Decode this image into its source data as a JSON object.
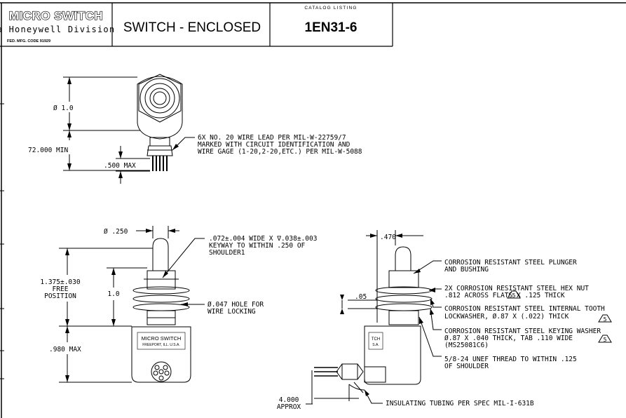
{
  "title_block": {
    "brand_name": "MICRO SWITCH",
    "brand_division": "a Honeywell Division",
    "fed_code": "FED. MFG. CODE 91929",
    "product_title": "SWITCH - ENCLOSED",
    "catalog_listing_label": "CATALOG LISTING",
    "catalog_number": "1EN31-6"
  },
  "top_view": {
    "dim_diameter": "Ø 1.0",
    "dim_lead_length": "72.000 MIN",
    "dim_lead_exit": ".500 MAX",
    "note_wire_lead": [
      "6X NO. 20 WIRE LEAD PER MIL-W-22759/7",
      "MARKED WITH CIRCUIT IDENTIFICATION AND",
      "WIRE GAGE (1-20,2-20,ETC.) PER MIL-W-5088"
    ]
  },
  "front_view": {
    "dim_plunger_dia": "Ø .250",
    "note_keyway": [
      ".072±.004 WIDE X ∇.038±.003",
      "KEYWAY TO WITHIN .250 OF",
      "SHOULDER1"
    ],
    "dim_free_position": [
      "1.375±.030",
      "FREE",
      "POSITION"
    ],
    "dim_bushing": "1.0",
    "note_hole": [
      "Ø.047 HOLE FOR",
      "WIRE LOCKING"
    ],
    "dim_housing": ".980 MAX",
    "housing_label_1": "MICRO SWITCH",
    "housing_label_2": "FREEPORT, ILL. U.S.A."
  },
  "side_view": {
    "dim_offset": ".470",
    "dim_washer": ".05",
    "housing_label_1": "TCH",
    "housing_label_2": "S.A.",
    "dim_lead_length": [
      "4.000",
      "APPROX"
    ],
    "note_plunger": [
      "CORROSION RESISTANT STEEL PLUNGER",
      "AND BUSHING"
    ],
    "note_hex_nut": [
      "2X CORROSION RESISTANT STEEL HEX NUT",
      ".812 ACROSS FLATS X .125 THICK"
    ],
    "note_lockwasher": [
      "CORROSION RESISTANT STEEL INTERNAL TOOTH",
      "LOCKWASHER, Ø.87 X (.022) THICK"
    ],
    "note_keying_washer": [
      "CORROSION RESISTANT STEEL KEYING WASHER",
      "Ø.87 X .040 THICK, TAB .110 WIDE",
      "(MS25081C6)"
    ],
    "note_thread": [
      "5/8-24 UNEF THREAD TO WITHIN .125",
      "OF SHOULDER"
    ],
    "note_tubing": "INSULATING TUBING PER SPEC MIL-I-631B",
    "flag_number": "5"
  }
}
